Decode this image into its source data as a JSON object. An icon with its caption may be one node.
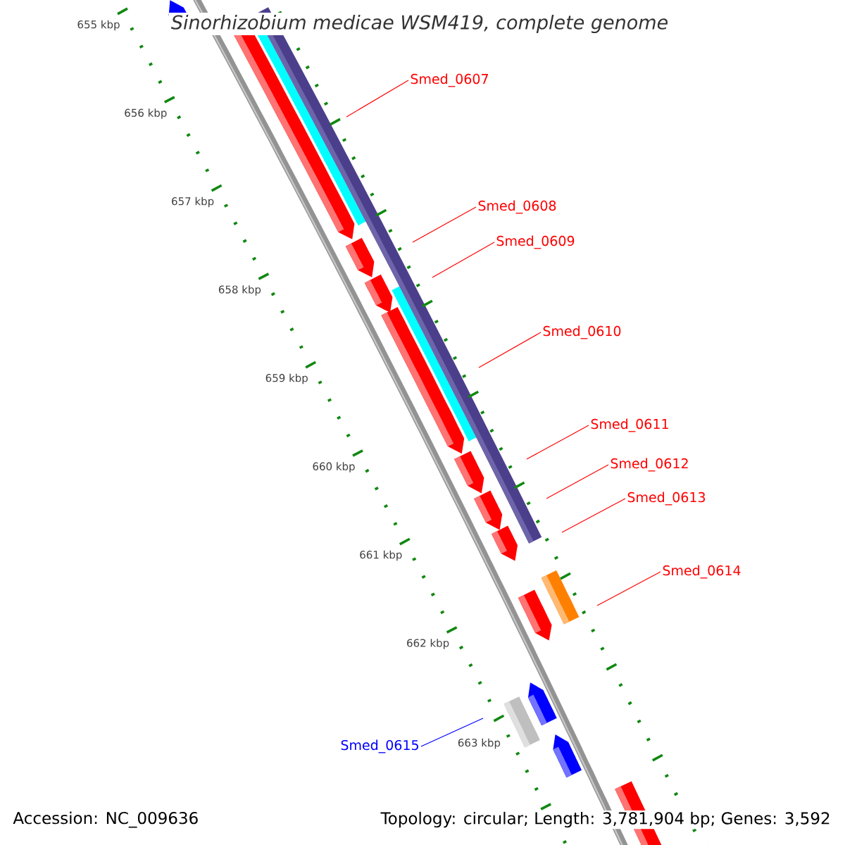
{
  "diagram": {
    "title": "*Sinorhizobium medicae* WSM419, complete genome",
    "nodes": [
      {
        "text": [
          "Smed_0607"
        ]
      },
      {
        "text": [
          "Smed_0608"
        ]
      },
      {
        "text": [
          "Smed_0609"
        ]
      },
      {
        "text": [
          "Smed_0610"
        ]
      },
      {
        "text": [
          "Smed_0611"
        ]
      },
      {
        "text": [
          "Smed_0612"
        ]
      },
      {
        "text": [
          "Smed_0613"
        ]
      },
      {
        "text": [
          "Smed_0614"
        ]
      },
      {
        "text": [
          "Smed_0615"
        ]
      }
    ],
    "edges": [
      {
        "from": 0,
        "to": null,
        "arrow": "none"
      },
      {
        "from": 1,
        "to": null,
        "arrow": "none"
      },
      {
        "from": 2,
        "to": null,
        "arrow": "none"
      },
      {
        "from": 3,
        "to": null,
        "arrow": "none"
      },
      {
        "from": 4,
        "to": null,
        "arrow": "none"
      },
      {
        "from": 5,
        "to": null,
        "arrow": "none"
      },
      {
        "from": 6,
        "to": null,
        "arrow": "none"
      },
      {
        "from": 7,
        "to": null,
        "arrow": "none"
      },
      {
        "from": 8,
        "to": null,
        "arrow": "none",
        "color": "#0000ff"
      }
    ],
    "labels": [
      "655 kbp",
      "656 kbp",
      "657 kbp",
      "658 kbp",
      "659 kbp",
      "660 kbp",
      "661 kbp",
      "662 kbp",
      "663 kbp",
      "Accession: NC_009636",
      "Topology: circular; Length: 3,781,904 bp; Genes: 3,592"
    ]
  }
}
